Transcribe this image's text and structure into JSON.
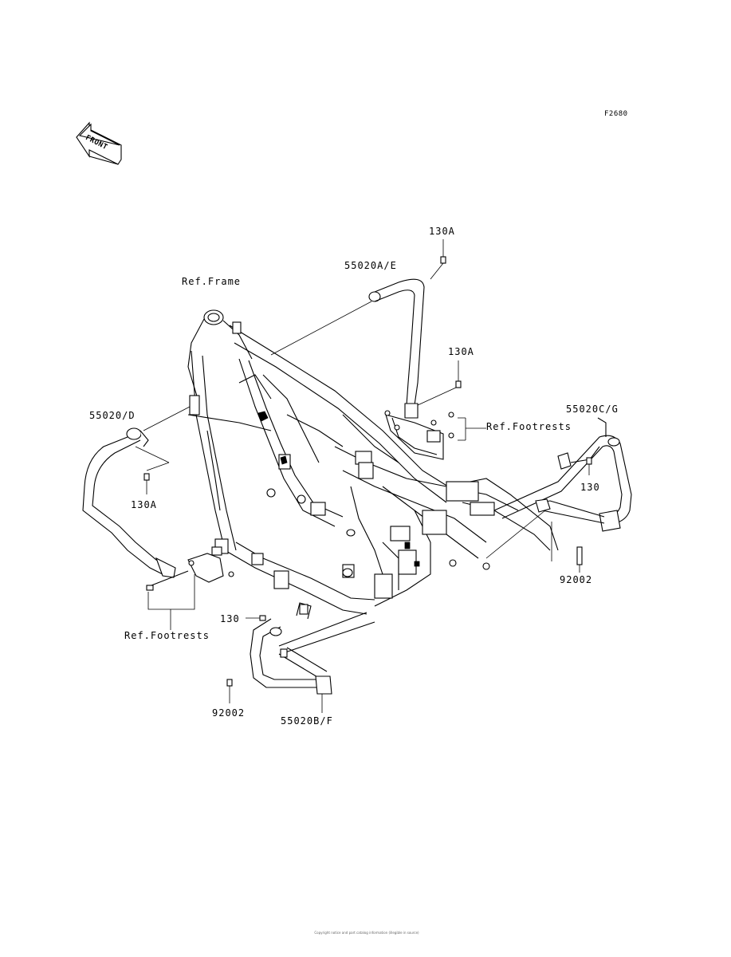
{
  "figure_code": "F2680",
  "front_arrow": {
    "icon": "front-arrow-icon",
    "text": "FRONT"
  },
  "labels": {
    "ref_frame": "Ref.Frame",
    "part_55020AE": "55020A/E",
    "part_130A_top": "130A",
    "part_130A_mid": "130A",
    "part_55020D": "55020/D",
    "part_130A_left": "130A",
    "ref_footrests_right": "Ref.Footrests",
    "part_55020CG": "55020C/G",
    "part_130_right": "130",
    "part_92002_right": "92002",
    "part_130_left": "130",
    "ref_footrests_left": "Ref.Footrests",
    "part_92002_left": "92002",
    "part_55020BF": "55020B/F"
  },
  "footer_text": {
    "line1": "Copyright notice and part catalog information (illegible in source)",
    "line2": ""
  }
}
